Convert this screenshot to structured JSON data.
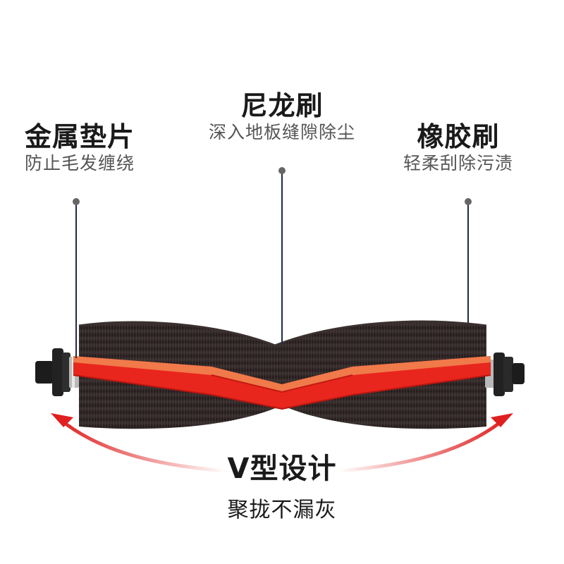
{
  "labels": {
    "left": {
      "title": "金属垫片",
      "subtitle": "防止毛发缠绕"
    },
    "middle": {
      "title": "尼龙刷",
      "subtitle": "深入地板缝隙除尘"
    },
    "right": {
      "title": "橡胶刷",
      "subtitle": "轻柔刮除污渍"
    },
    "bottom": {
      "title": "V型设计",
      "subtitle": "聚拢不漏灰"
    }
  },
  "colors": {
    "bristle": "#2b2222",
    "frame_red": "#e8261e",
    "frame_orange": "#f07a4a",
    "arrow_red": "#e02020",
    "pointer": "#1f2a44"
  }
}
